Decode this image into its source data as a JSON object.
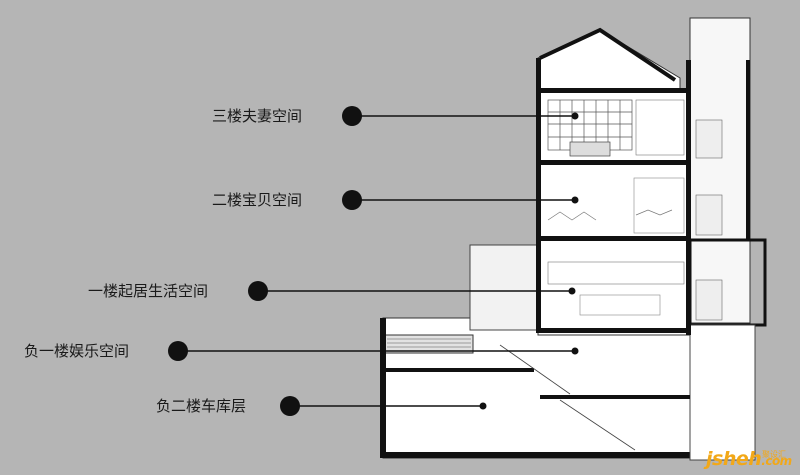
{
  "floors": [
    {
      "id": "third-floor",
      "label": "三楼夫妻空间"
    },
    {
      "id": "second-floor",
      "label": "二楼宝贝空间"
    },
    {
      "id": "first-floor",
      "label": "一楼起居生活空间"
    },
    {
      "id": "basement-one",
      "label": "负一楼娱乐空间"
    },
    {
      "id": "basement-two",
      "label": "负二楼车库层"
    }
  ],
  "watermark": {
    "brand": "jsheh",
    "domain": ".com",
    "cn": "聚设汇"
  }
}
